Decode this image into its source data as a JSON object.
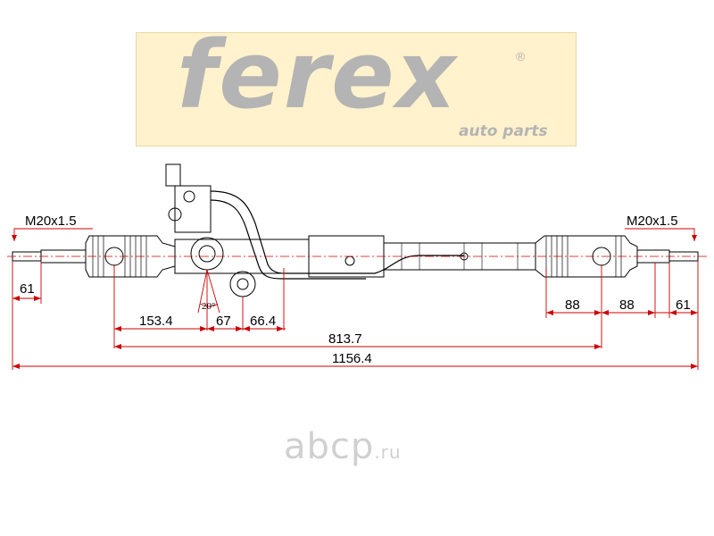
{
  "logo": {
    "word": "ferex",
    "tagline": "auto parts",
    "registered": "®"
  },
  "dimensions": {
    "thread_left": "M20x1.5",
    "thread_right": "M20x1.5",
    "left_end": "61",
    "right_end": "61",
    "boot_right_inner": "88",
    "boot_right_outer": "88",
    "pinion_offset": "153.4",
    "pinion_a": "67",
    "pinion_b": "66.4",
    "angle": "20°",
    "ball_joint_span": "813.7",
    "overall_length": "1156.4"
  },
  "watermark": {
    "brand": "abcp",
    "domain": ".ru"
  },
  "colors": {
    "line": "#000000",
    "dimension": "#cc0000",
    "logo_bg": "#fff2cc",
    "logo_text": "#b4b4b4"
  }
}
